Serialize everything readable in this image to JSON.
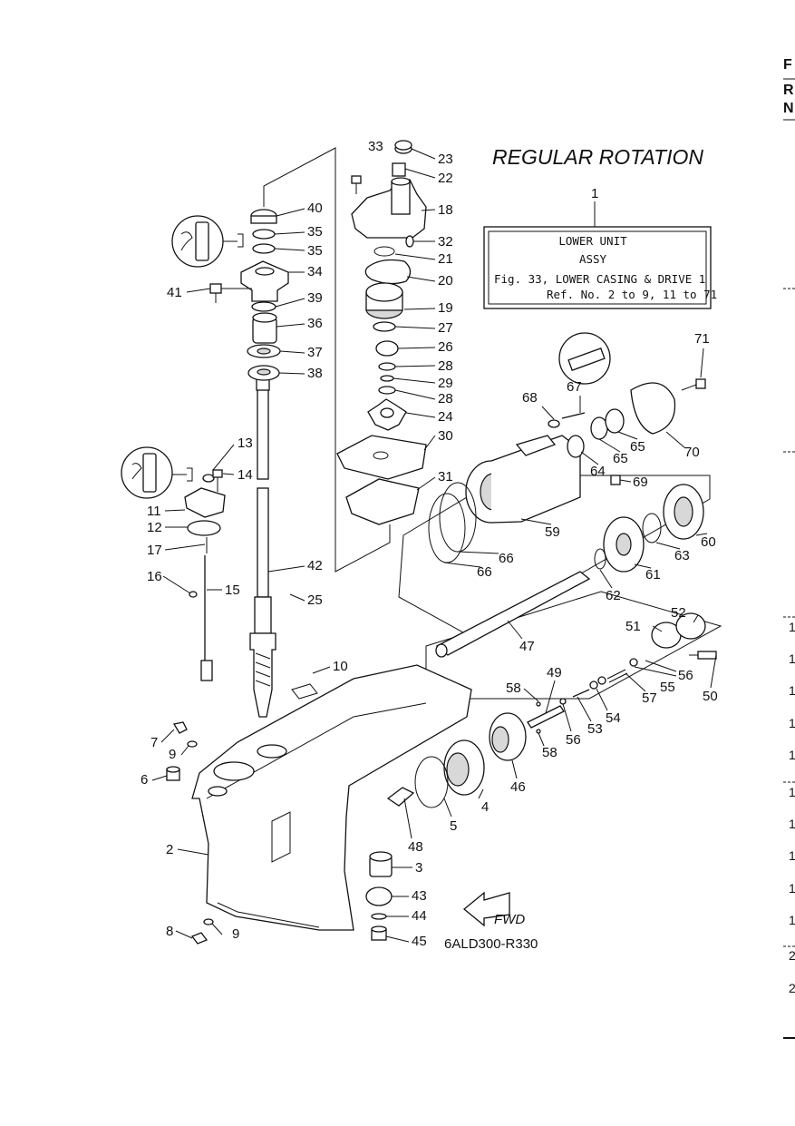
{
  "title": "REGULAR ROTATION",
  "info_box": {
    "ref_number": "1",
    "line1": "LOWER UNIT",
    "line2": "ASSY",
    "line3": "Fig. 33, LOWER CASING & DRIVE 1",
    "line4": "Ref. No. 2 to 9, 11 to 71"
  },
  "drawing_code": "6ALD300-R330",
  "fwd_label": "FWD",
  "right_edge": {
    "letters": [
      "F",
      "R",
      "N"
    ],
    "numbers": [
      "1",
      "1",
      "1",
      "1",
      "1",
      "1",
      "1",
      "1",
      "1",
      "1",
      "2",
      "2"
    ]
  },
  "callouts": [
    "2",
    "3",
    "4",
    "5",
    "6",
    "7",
    "8",
    "9",
    "9",
    "10",
    "11",
    "12",
    "13",
    "14",
    "15",
    "16",
    "17",
    "18",
    "19",
    "20",
    "21",
    "22",
    "23",
    "24",
    "25",
    "26",
    "27",
    "28",
    "28",
    "29",
    "30",
    "31",
    "32",
    "33",
    "34",
    "35",
    "35",
    "36",
    "37",
    "38",
    "39",
    "40",
    "41",
    "42",
    "43",
    "44",
    "45",
    "46",
    "47",
    "48",
    "49",
    "50",
    "51",
    "52",
    "53",
    "54",
    "55",
    "56",
    "56",
    "57",
    "58",
    "58",
    "59",
    "60",
    "61",
    "62",
    "63",
    "64",
    "65",
    "65",
    "66",
    "66",
    "67",
    "68",
    "69",
    "70",
    "71"
  ]
}
